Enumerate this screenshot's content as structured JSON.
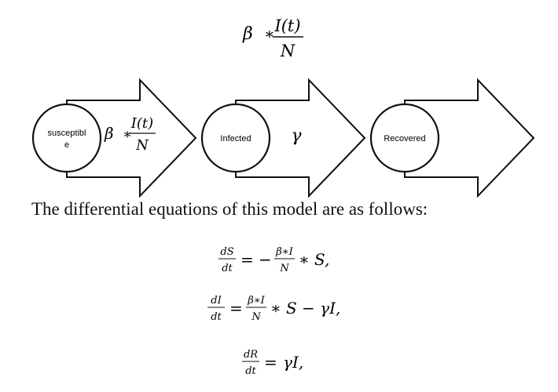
{
  "top_formula": {
    "beta": "β",
    "op": "∗",
    "numerator": "I(t)",
    "denominator": "N"
  },
  "compartments": [
    {
      "label_line1": "susceptibl",
      "label_line2": "e",
      "arrow_rate": "β ∗ I(t)/N"
    },
    {
      "label": "Infected",
      "arrow_rate": "γ"
    },
    {
      "label": "Recovered",
      "arrow_rate": ""
    }
  ],
  "arrow_formula": {
    "beta": "β",
    "op": "∗",
    "numerator": "I(t)",
    "denominator": "N"
  },
  "infected_rate": "γ",
  "intro_text": "The differential equations of this model are as follows:",
  "equations": {
    "eq1": {
      "lhs_num": "dS",
      "lhs_den": "dt",
      "eq": "=",
      "minus": "−",
      "frac_num": "β∗I",
      "frac_den": "N",
      "tail": "∗ S,"
    },
    "eq2": {
      "lhs_num": "dI",
      "lhs_den": "dt",
      "eq": "=",
      "frac_num": "β∗I",
      "frac_den": "N",
      "tail": "∗ S − γI,"
    },
    "eq3": {
      "lhs_num": "dR",
      "lhs_den": "dt",
      "eq": "=",
      "tail": "γI,"
    }
  }
}
